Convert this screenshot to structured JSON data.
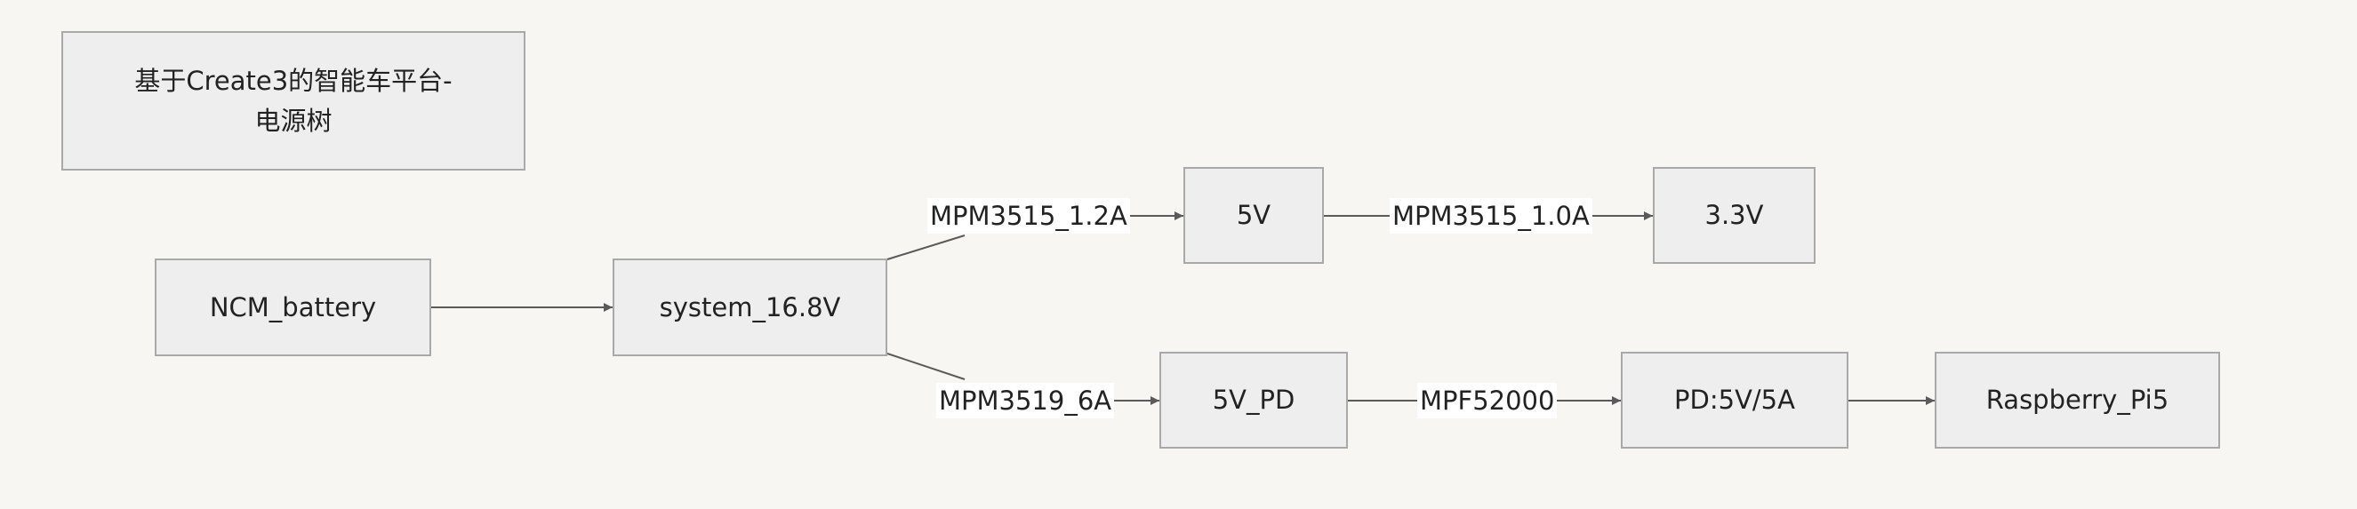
{
  "title": {
    "line1": "基于Create3的智能车平台-",
    "line2": "电源树"
  },
  "nodes": {
    "ncm_battery": "NCM_battery",
    "system": "system_16.8V",
    "v5": "5V",
    "v33": "3.3V",
    "v5_pd": "5V_PD",
    "pd": "PD:5V/5A",
    "rpi": "Raspberry_Pi5"
  },
  "edges": {
    "mpm3515_12a": "MPM3515_1.2A",
    "mpm3515_10a": "MPM3515_1.0A",
    "mpm3519_6a": "MPM3519_6A",
    "mpf52000": "MPF52000"
  },
  "colors": {
    "background": "#f7f6f3",
    "node_fill": "#eeeeee",
    "node_border": "#a9a9a9",
    "edge": "#5a5a5a"
  }
}
